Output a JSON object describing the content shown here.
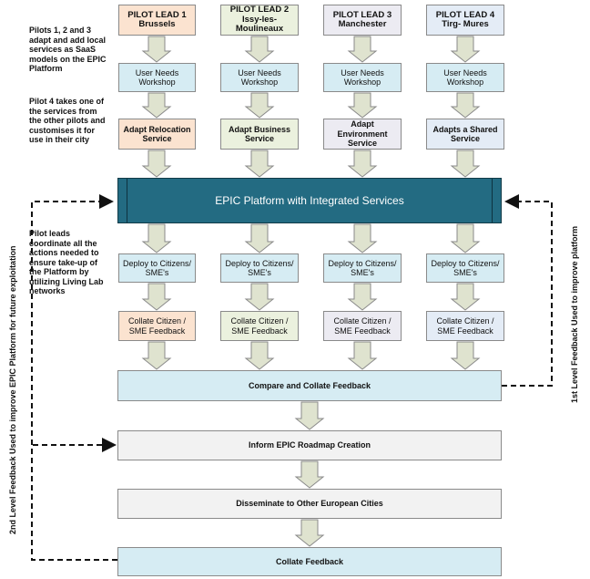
{
  "pilots": [
    {
      "lead": "PILOT LEAD 1",
      "city": "Brussels",
      "workshop": "User Needs Workshop",
      "service": "Adapt Relocation Service",
      "deploy": "Deploy to Citizens/ SME's",
      "collate": "Collate Citizen / SME Feedback"
    },
    {
      "lead": "PILOT LEAD 2",
      "city": "Issy-les-Moulineaux",
      "workshop": "User Needs Workshop",
      "service": "Adapt Business Service",
      "deploy": "Deploy to Citizens/ SME's",
      "collate": "Collate Citizen / SME Feedback"
    },
    {
      "lead": "PILOT LEAD 3",
      "city": "Manchester",
      "workshop": "User Needs Workshop",
      "service": "Adapt Environment Service",
      "deploy": "Deploy to Citizens/ SME's",
      "collate": "Collate Citizen / SME Feedback"
    },
    {
      "lead": "PILOT LEAD 4",
      "city": "Tirg- Mures",
      "workshop": "User Needs Workshop",
      "service": "Adapts a Shared Service",
      "deploy": "Deploy to Citizens/ SME's",
      "collate": "Collate Citizen / SME Feedback"
    }
  ],
  "notes": {
    "pilots_123": "Pilots 1, 2 and 3 adapt and add local services as SaaS models on the EPIC Platform",
    "pilot_4": "Pilot 4 takes one of the services from the other pilots and customises it for use in their city",
    "pilot_leads": "Pilot leads coordinate all the actions needed to ensure take-up of the Platform by utilizing Living Lab networks"
  },
  "platform": "EPIC Platform with Integrated Services",
  "stages": {
    "compare": "Compare and Collate Feedback",
    "roadmap": "Inform EPIC Roadmap Creation",
    "disseminate": "Disseminate to Other European Cities",
    "collate": "Collate Feedback"
  },
  "feedback": {
    "first_level": "1st Level Feedback Used to improve platform",
    "second_level": "2nd Level Feedback Used to improve EPIC Platform for future exploitation"
  },
  "colors": {
    "platform": "#236b82",
    "lead_1": "#fbe3d0",
    "lead_2": "#ebf1de",
    "lead_3": "#ecebf2",
    "lead_4": "#e4ecf6",
    "process": "#d6ecf3",
    "arrow": "#dfe3cf"
  }
}
